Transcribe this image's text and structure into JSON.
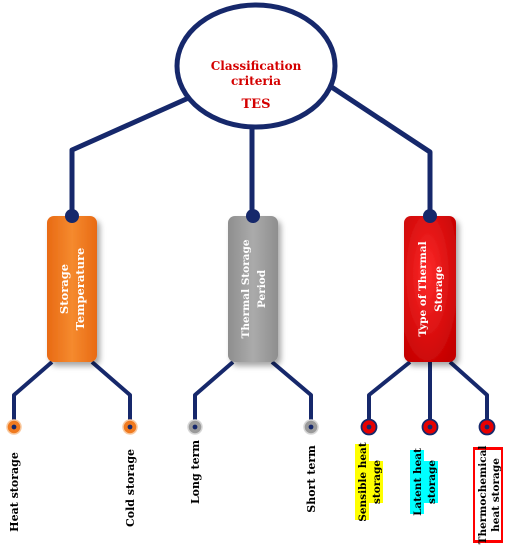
{
  "root": {
    "line1": "Classification",
    "line2": "criteria",
    "line3": "TES"
  },
  "categories": [
    {
      "id": "storage-temperature",
      "label_line1": "Storage",
      "label_line2": "Temperature",
      "color": "#f07a1f",
      "leaves": [
        {
          "label": "Heat storage",
          "highlight": ""
        },
        {
          "label": "Cold storage",
          "highlight": ""
        }
      ]
    },
    {
      "id": "thermal-storage-period",
      "label_line1": "Thermal Storage",
      "label_line2": "Period",
      "color": "#9a9a9a",
      "leaves": [
        {
          "label": "Long term",
          "highlight": ""
        },
        {
          "label": "Short term",
          "highlight": ""
        }
      ]
    },
    {
      "id": "type-of-thermal-storage",
      "label_line1": "Type of Thermal",
      "label_line2": "Storage",
      "color": "#e80000",
      "leaves": [
        {
          "label_line1": "Sensible heat",
          "label_line2": "storage",
          "highlight": "#ffff00"
        },
        {
          "label_line1": "Latent heat",
          "label_line2": "storage",
          "highlight": "#00ffff"
        },
        {
          "label_line1": "Thermochemical",
          "label_line2": "heat storage",
          "highlight": "#ff0000"
        }
      ]
    }
  ],
  "colors": {
    "connector": "#16286b",
    "root_text": "#d40000"
  }
}
